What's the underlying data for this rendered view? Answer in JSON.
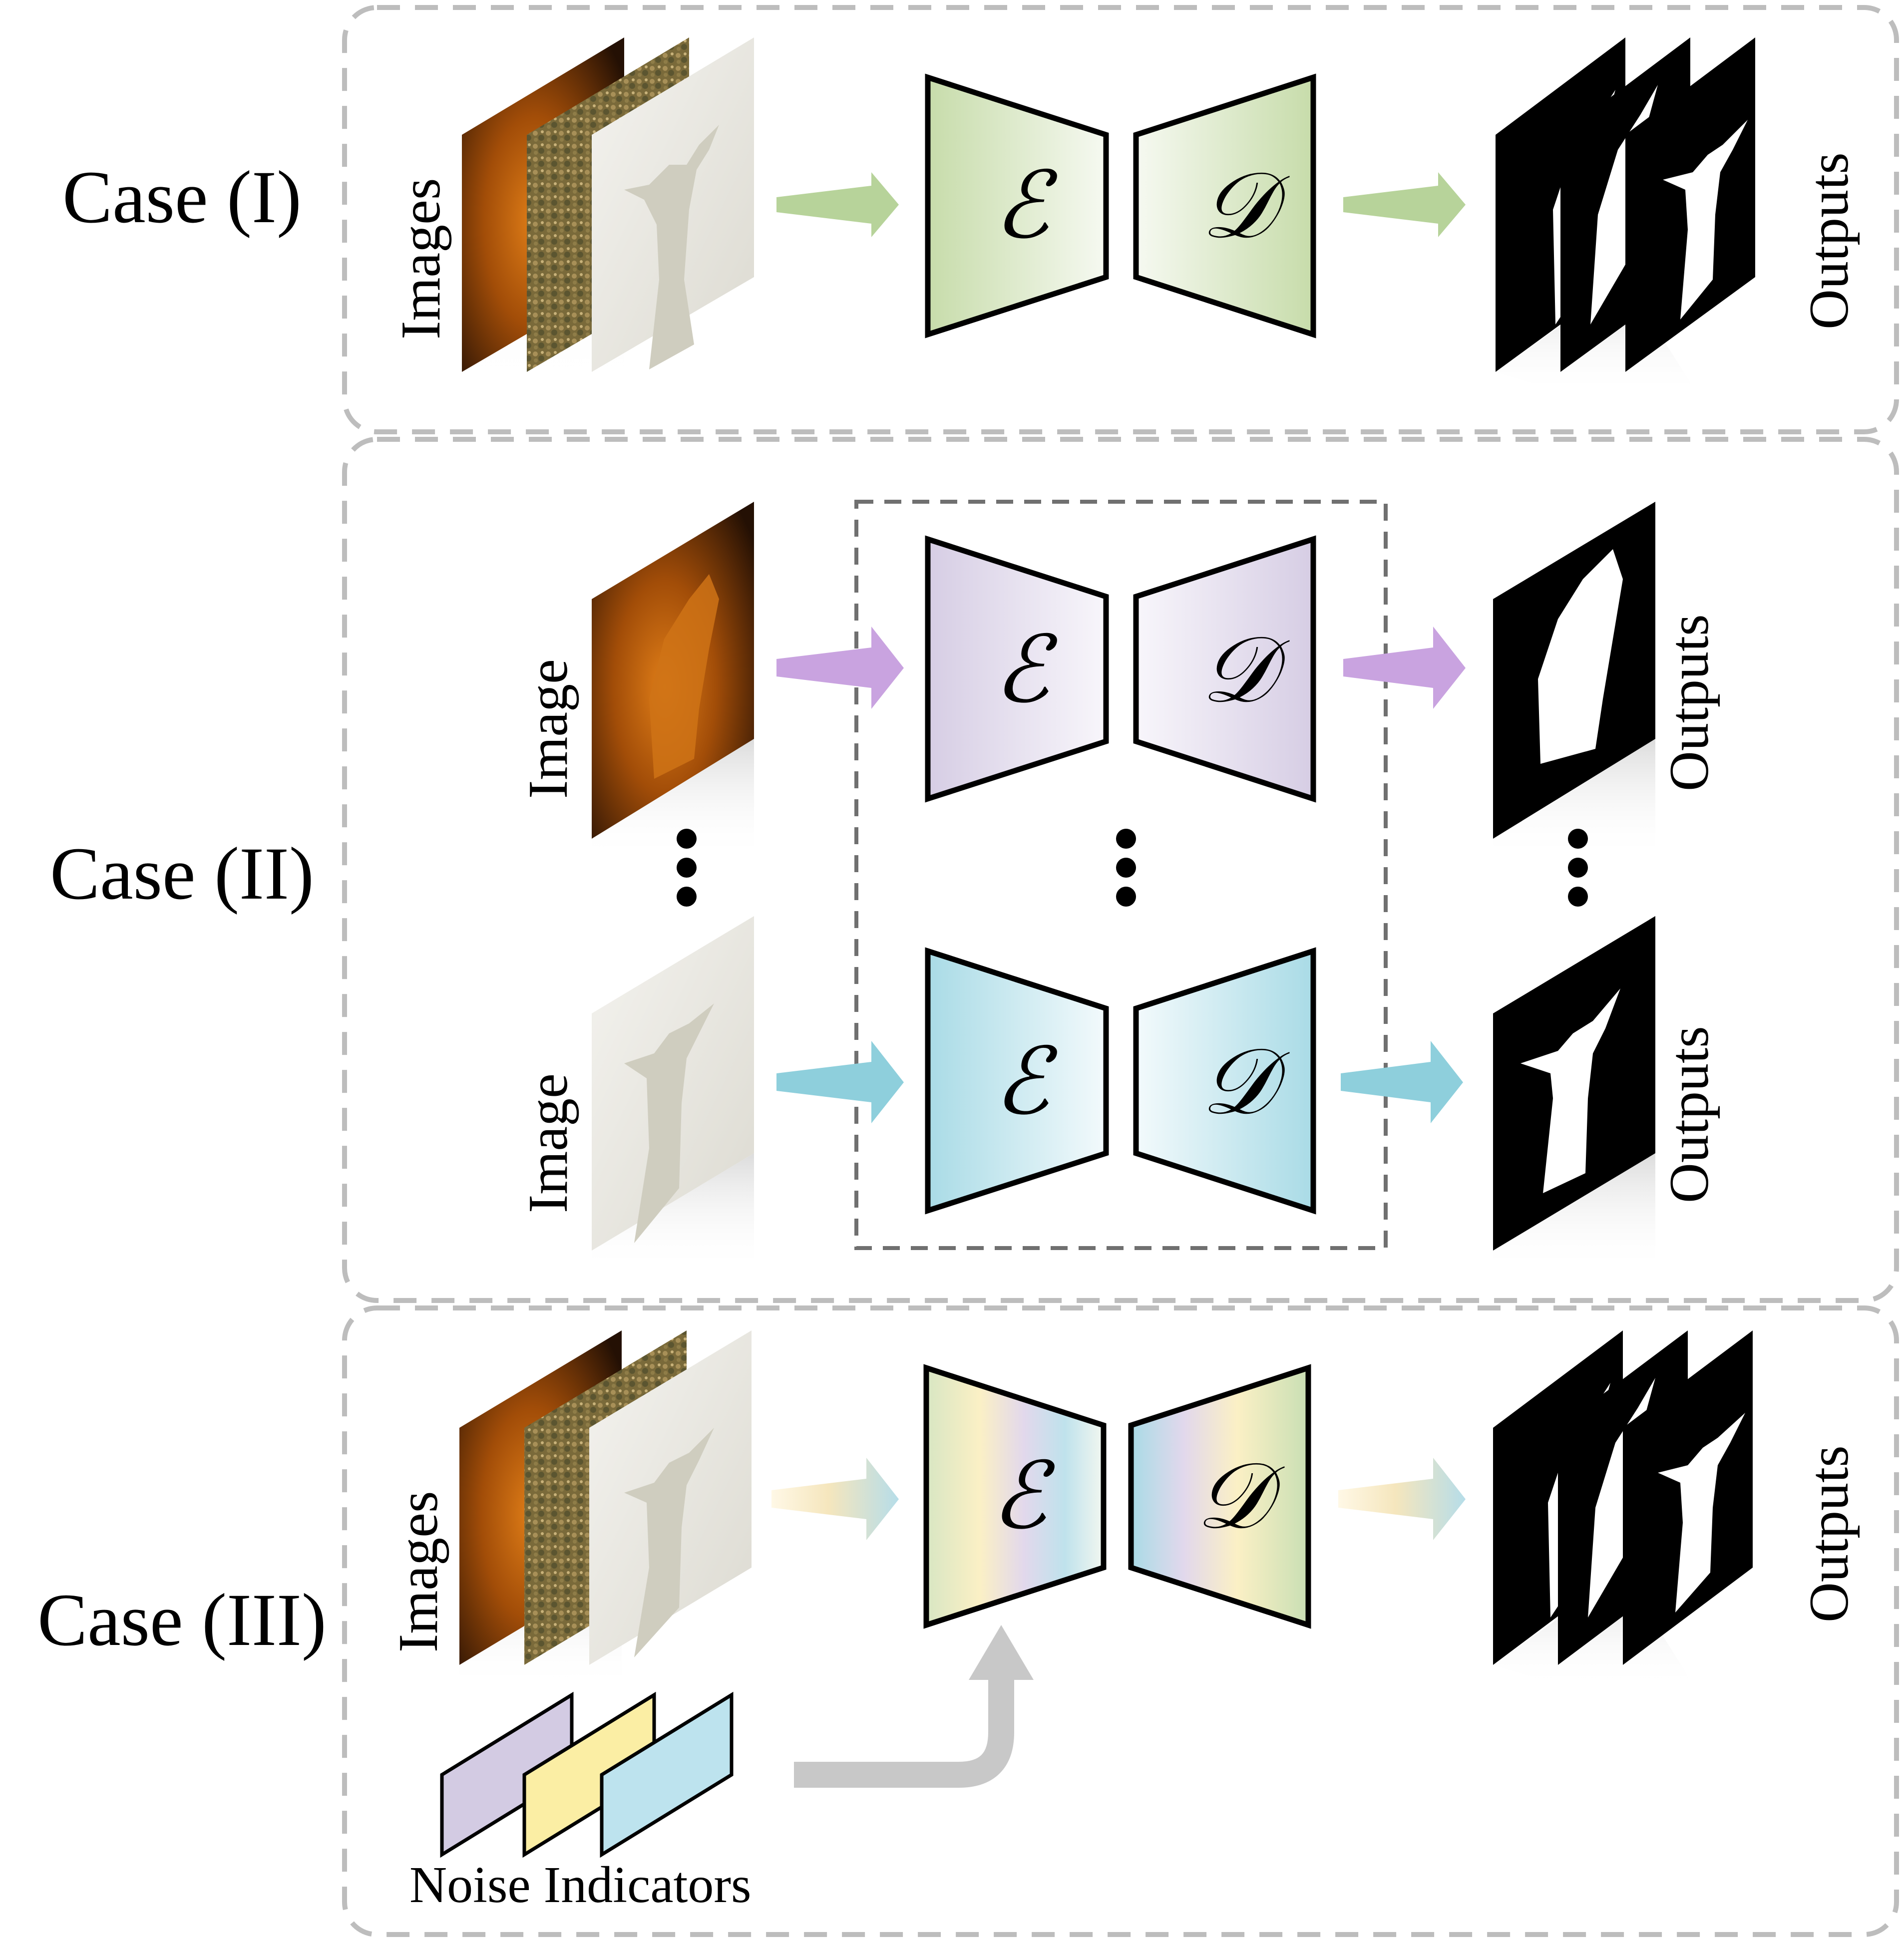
{
  "panels": [
    {
      "case_label": "Case (I)",
      "input_label": "Images",
      "encoder_symbol": "ℰ",
      "decoder_symbol": "𝒟",
      "output_label": "Outputs",
      "color": "#b7d39a"
    },
    {
      "case_label": "Case (II)",
      "rows": [
        {
          "input_label": "Image",
          "encoder_symbol": "ℰ",
          "decoder_symbol": "𝒟",
          "output_label": "Outputs",
          "color": "#c9a3e0"
        },
        {
          "input_label": "Image",
          "encoder_symbol": "ℰ",
          "decoder_symbol": "𝒟",
          "output_label": "Outputs",
          "color": "#8ecfdc"
        }
      ]
    },
    {
      "case_label": "Case (III)",
      "input_label": "Images",
      "encoder_symbol": "ℰ",
      "decoder_symbol": "𝒟",
      "output_label": "Outputs",
      "noise_label": "Noise Indicators",
      "noise_colors": [
        "#d3cbe3",
        "#fbeea4",
        "#bde3ee"
      ]
    }
  ],
  "colors": {
    "dashed_border": "#bdbdbd",
    "inner_dashed": "#707070",
    "noise_arrow": "#c8c8c8",
    "photo_dark": "#3a1a05",
    "photo_amber": "#c4610c",
    "photo_foliage": "#7a6a3a",
    "photo_statue": "#e8e6de"
  }
}
